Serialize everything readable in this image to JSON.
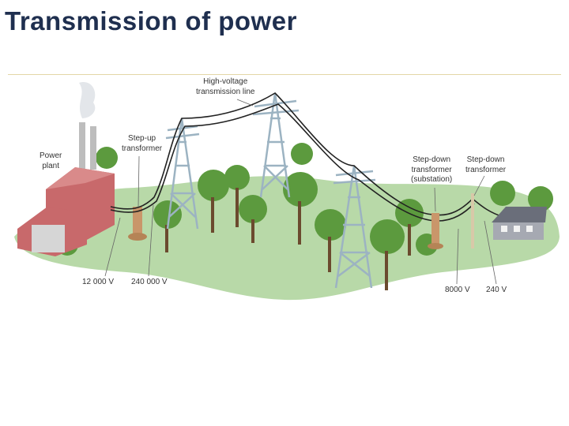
{
  "title": "Transmission of power",
  "labels": {
    "high_voltage_line": [
      "High-voltage",
      "transmission line"
    ],
    "power_plant": [
      "Power",
      "plant"
    ],
    "step_up": [
      "Step-up",
      "transformer"
    ],
    "step_down_substation": [
      "Step-down",
      "transformer",
      "(substation)"
    ],
    "step_down_pole": [
      "Step-down",
      "transformer"
    ],
    "v_12000": "12 000 V",
    "v_240000": "240 000 V",
    "v_8000": "8000 V",
    "v_240": "240 V"
  },
  "colors": {
    "title": "#1f2f4f",
    "ground": "#b8d9a8",
    "tower": "#9cb3c2",
    "wire": "#222222",
    "factory_brick": "#c8696b",
    "tree_green": "#5c9a3e"
  }
}
